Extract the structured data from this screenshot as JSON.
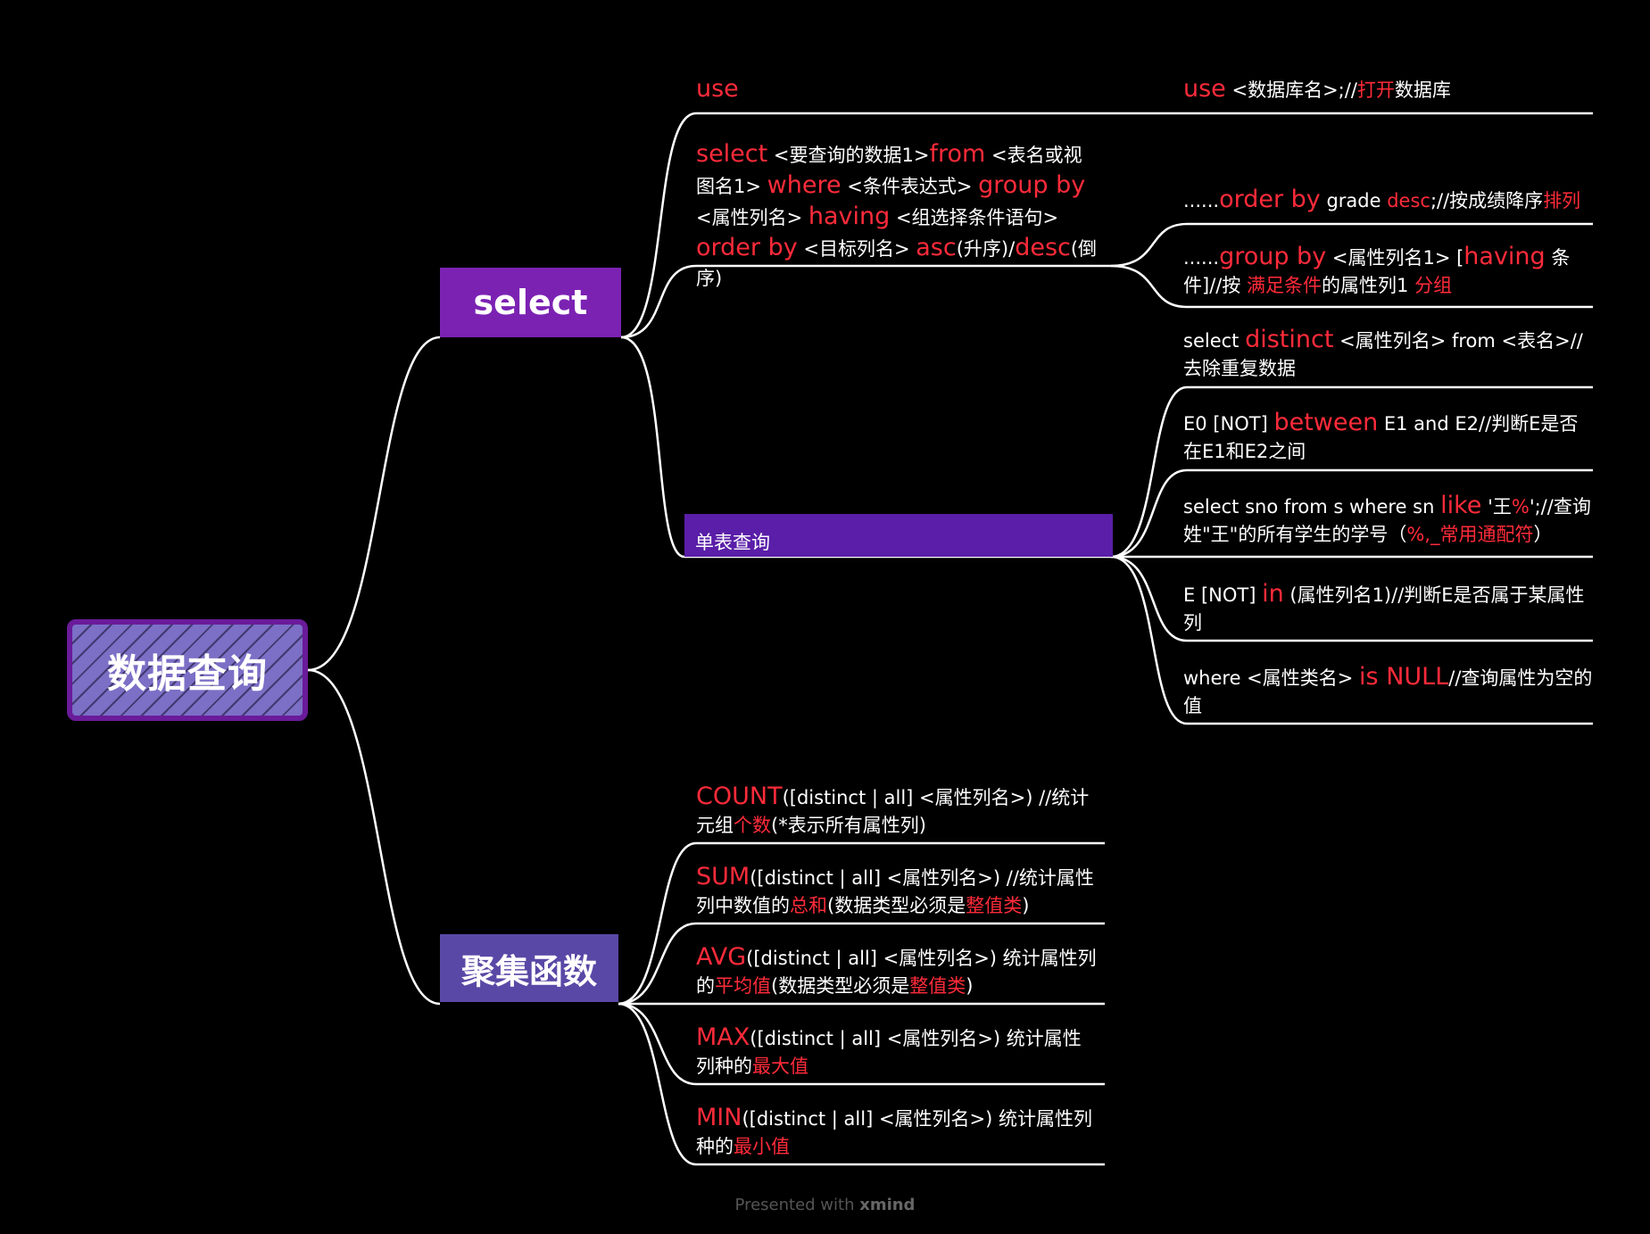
{
  "root": {
    "label": "数据查询"
  },
  "branches": {
    "select": {
      "label": "select"
    },
    "aggregate": {
      "label": "聚集函数"
    },
    "single_table": {
      "label": "单表查询"
    }
  },
  "select_items": {
    "use": {
      "kw": "use"
    },
    "use_detail": {
      "kw": "use",
      "t1": " <数据库名>;//",
      "r1": "打开",
      "t2": "数据库"
    },
    "select_syntax": {
      "k1": "select",
      "t1": " <要查询的数据1>",
      "k2": "from",
      "t2": " <表名或视图名1> ",
      "k3": "where",
      "t3": " <条件表达式> ",
      "k4": "group by",
      "t4": " <属性列名> ",
      "k5": "having",
      "t5": " <组选择条件语句> ",
      "k6": "order by",
      "t6": " <目标列名> ",
      "k7": "asc",
      "t7": "(升序)/",
      "k8": "desc",
      "t8": "(倒序)"
    },
    "order_by": {
      "t0": "......",
      "k1": "order by",
      "t1": " grade ",
      "r1": "desc",
      "t2": ";//按成绩降序",
      "r2": "排列"
    },
    "group_by": {
      "t0": "......",
      "k1": "group by",
      "t1": " <属性列名1> [",
      "k2": "having",
      "t2": " 条件]//按 ",
      "r1": "满足条件",
      "t3": "的属性列1 ",
      "r2": "分组"
    }
  },
  "single_items": {
    "distinct": {
      "t0": "select ",
      "k1": "distinct",
      "t1": " <属性列名> from <表名>//去除重复数据"
    },
    "between": {
      "t0": "E0 [NOT] ",
      "k1": "between",
      "t1": " E1 and E2//判断E是否在E1和E2之间"
    },
    "like": {
      "t0": "select sno from s where sn ",
      "k1": "like",
      "t1": " '王",
      "r1": "%",
      "t2": "';//查询姓\"王\"的所有学生的学号（",
      "r2": "%,_常用通配符",
      "t3": "）"
    },
    "in": {
      "t0": "E [NOT] ",
      "k1": "in",
      "t1": " (属性列名1)//判断E是否属于某属性列"
    },
    "null": {
      "t0": "where <属性类名> ",
      "k1": "is NULL",
      "t1": "//查询属性为空的值"
    }
  },
  "aggregate_items": {
    "count": {
      "k1": "COUNT",
      "t1": "([distinct | all] <属性列名>) //统计元组",
      "r1": "个数",
      "t2": "(*表示所有属性列)"
    },
    "sum": {
      "k1": "SUM",
      "t1": "([distinct | all] <属性列名>) //统计属性列中数值的",
      "r1": "总和",
      "t2": "(数据类型必须是",
      "r2": "整值类",
      "t3": ")"
    },
    "avg": {
      "k1": "AVG",
      "t1": "([distinct | all] <属性列名>) 统计属性列的",
      "r1": "平均值",
      "t2": "(数据类型必须是",
      "r2": "整值类",
      "t3": ")"
    },
    "max": {
      "k1": "MAX",
      "t1": "([distinct | all] <属性列名>) 统计属性列种的",
      "r1": "最大值"
    },
    "min": {
      "k1": "MIN",
      "t1": "([distinct | all] <属性列名>) 统计属性列种的",
      "r1": "最小值"
    }
  },
  "footer": {
    "prefix": "Presented with ",
    "brand": "xmind"
  },
  "colors": {
    "keyword": "#ff2b3a",
    "root_fill": "#7b6fc6",
    "root_border": "#6a1b9a",
    "select_fill": "#7b22b3",
    "aggregate_fill": "#5a48a6",
    "single_fill": "#5a1ea8",
    "line": "#ffffff",
    "background": "#000000"
  }
}
